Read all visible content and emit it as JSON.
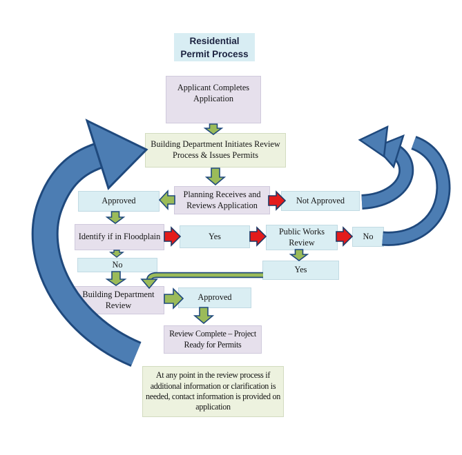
{
  "diagram": {
    "title_line1": "Residential",
    "title_line2": "Permit Process",
    "nodes": {
      "applicant": "Applicant Completes Application",
      "building_initiates": "Building Department Initiates Review Process & Issues Permits",
      "planning": "Planning Receives and Reviews Application",
      "approved_planning": "Approved",
      "not_approved": "Not Approved",
      "identify_floodplain": "Identify if in Floodplain",
      "floodplain_yes": "Yes",
      "public_works": "Public Works Review",
      "public_works_no": "No",
      "floodplain_no": "No",
      "public_works_yes": "Yes",
      "building_review": "Building Department Review",
      "approved_final": "Approved",
      "review_complete": "Review Complete – Project Ready for Permits",
      "note": "At any point in the review process if additional information or clarification is needed, contact information is provided on application"
    },
    "colors": {
      "light_blue_box": "#DAEEF3",
      "lavender_box": "#E6E0EC",
      "olive_box": "#EDF2DF",
      "green_arrow": "#9BBB59",
      "red_arrow": "#E31B1B",
      "blue_arrow": "#4C7DB3",
      "arrow_outline": "#1F497D"
    }
  }
}
